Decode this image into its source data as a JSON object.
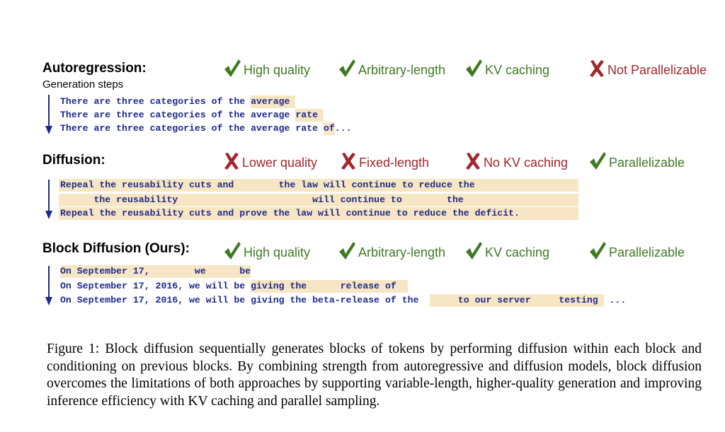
{
  "sections": [
    {
      "title": "Autoregression:",
      "subtitle": "Generation steps",
      "properties": [
        {
          "ok": true,
          "label": "High quality",
          "icon": "check-icon"
        },
        {
          "ok": true,
          "label": "Arbitrary-length",
          "icon": "check-icon"
        },
        {
          "ok": true,
          "label": "KV caching",
          "icon": "check-icon"
        },
        {
          "ok": false,
          "label": "Not Parallelizable",
          "icon": "cross-icon"
        }
      ],
      "lines": [
        "There are three categories of the average",
        "There are three categories of the average rate",
        "There are three categories of the average rate of..."
      ]
    },
    {
      "title": "Diffusion:",
      "properties": [
        {
          "ok": false,
          "label": "Lower quality",
          "icon": "cross-icon"
        },
        {
          "ok": false,
          "label": "Fixed-length",
          "icon": "cross-icon"
        },
        {
          "ok": false,
          "label": "No KV caching",
          "icon": "cross-icon"
        },
        {
          "ok": true,
          "label": "Parallelizable",
          "icon": "check-icon"
        }
      ],
      "lines": [
        "Repeal the reusability cuts and        the law will continue to reduce the",
        "      the reusability                        will continue to        the",
        "Repeal the reusability cuts and prove the law will continue to reduce the deficit."
      ]
    },
    {
      "title": "Block Diffusion (Ours):",
      "properties": [
        {
          "ok": true,
          "label": "High quality",
          "icon": "check-icon"
        },
        {
          "ok": true,
          "label": "Arbitrary-length",
          "icon": "check-icon"
        },
        {
          "ok": true,
          "label": "KV caching",
          "icon": "check-icon"
        },
        {
          "ok": true,
          "label": "Parallelizable",
          "icon": "check-icon"
        }
      ],
      "lines": [
        "On September 17,        we      be",
        "On September 17, 2016, we will be giving the      release of",
        "On September 17, 2016, we will be giving the beta-release of the      to our server     testing ..."
      ]
    }
  ],
  "caption": "Figure 1: Block diffusion sequentially generates blocks of tokens by performing diffusion within each block and conditioning on previous blocks. By combining strength from autoregressive and diffusion models, block diffusion overcomes the limitations of both approaches by supporting variable-length, higher-quality generation and improving inference efficiency with KV caching and parallel sampling.",
  "colors": {
    "good": "#3f7a23",
    "bad": "#a3272b",
    "text_mono": "#1e2a8a",
    "highlight": "#f7e6c4",
    "arrow": "#1e2a8a"
  }
}
